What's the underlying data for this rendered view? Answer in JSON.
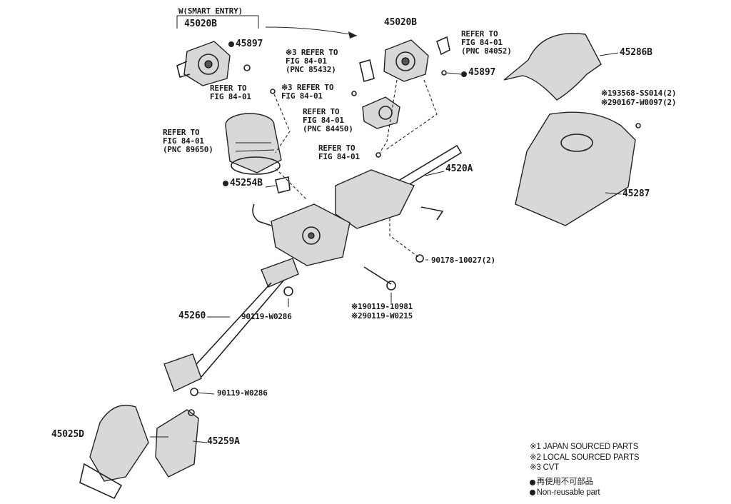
{
  "smart_entry_label": "W(SMART ENTRY)",
  "parts": {
    "p45020b_left": "45020B",
    "p45897_left": "45897",
    "p45020b_right": "45020B",
    "p45897_right": "45897",
    "p45286b": "45286B",
    "p45287": "45287",
    "p4520a": "4520A",
    "p45254b": "45254B",
    "p45260": "45260",
    "p45025d": "45025D",
    "p45259a": "45259A",
    "p90178": "90178-10027(2)",
    "p90119_a": "※190119-10981",
    "p90119_b": "※290119-W0215",
    "p90119_c": "90119-W0286",
    "p90119_d": "90119-W0286",
    "p93568": "※193568-SS014(2)",
    "p90167": "※290167-W0097(2)"
  },
  "refs": {
    "ref_85432": "※3 REFER TO\nFIG 84-01\n(PNC 85432)",
    "ref_84052": "REFER TO\nFIG 84-01\n(PNC 84052)",
    "ref_fig_a": "REFER TO\nFIG 84-01",
    "ref_fig_b": "※3 REFER TO\nFIG 84-01",
    "ref_84450": "REFER TO\nFIG 84-01\n(PNC 84450)",
    "ref_89650": "REFER TO\nFIG 84-01\n(PNC 89650)",
    "ref_fig_c": "REFER TO\nFIG 84-01"
  },
  "legend": {
    "line1": "※1 JAPAN SOURCED PARTS",
    "line2": "※2 LOCAL SOURCED PARTS",
    "line3": "※3 CVT",
    "line4": "● 再使用不可部品",
    "line5": "● Non-reusable part"
  }
}
